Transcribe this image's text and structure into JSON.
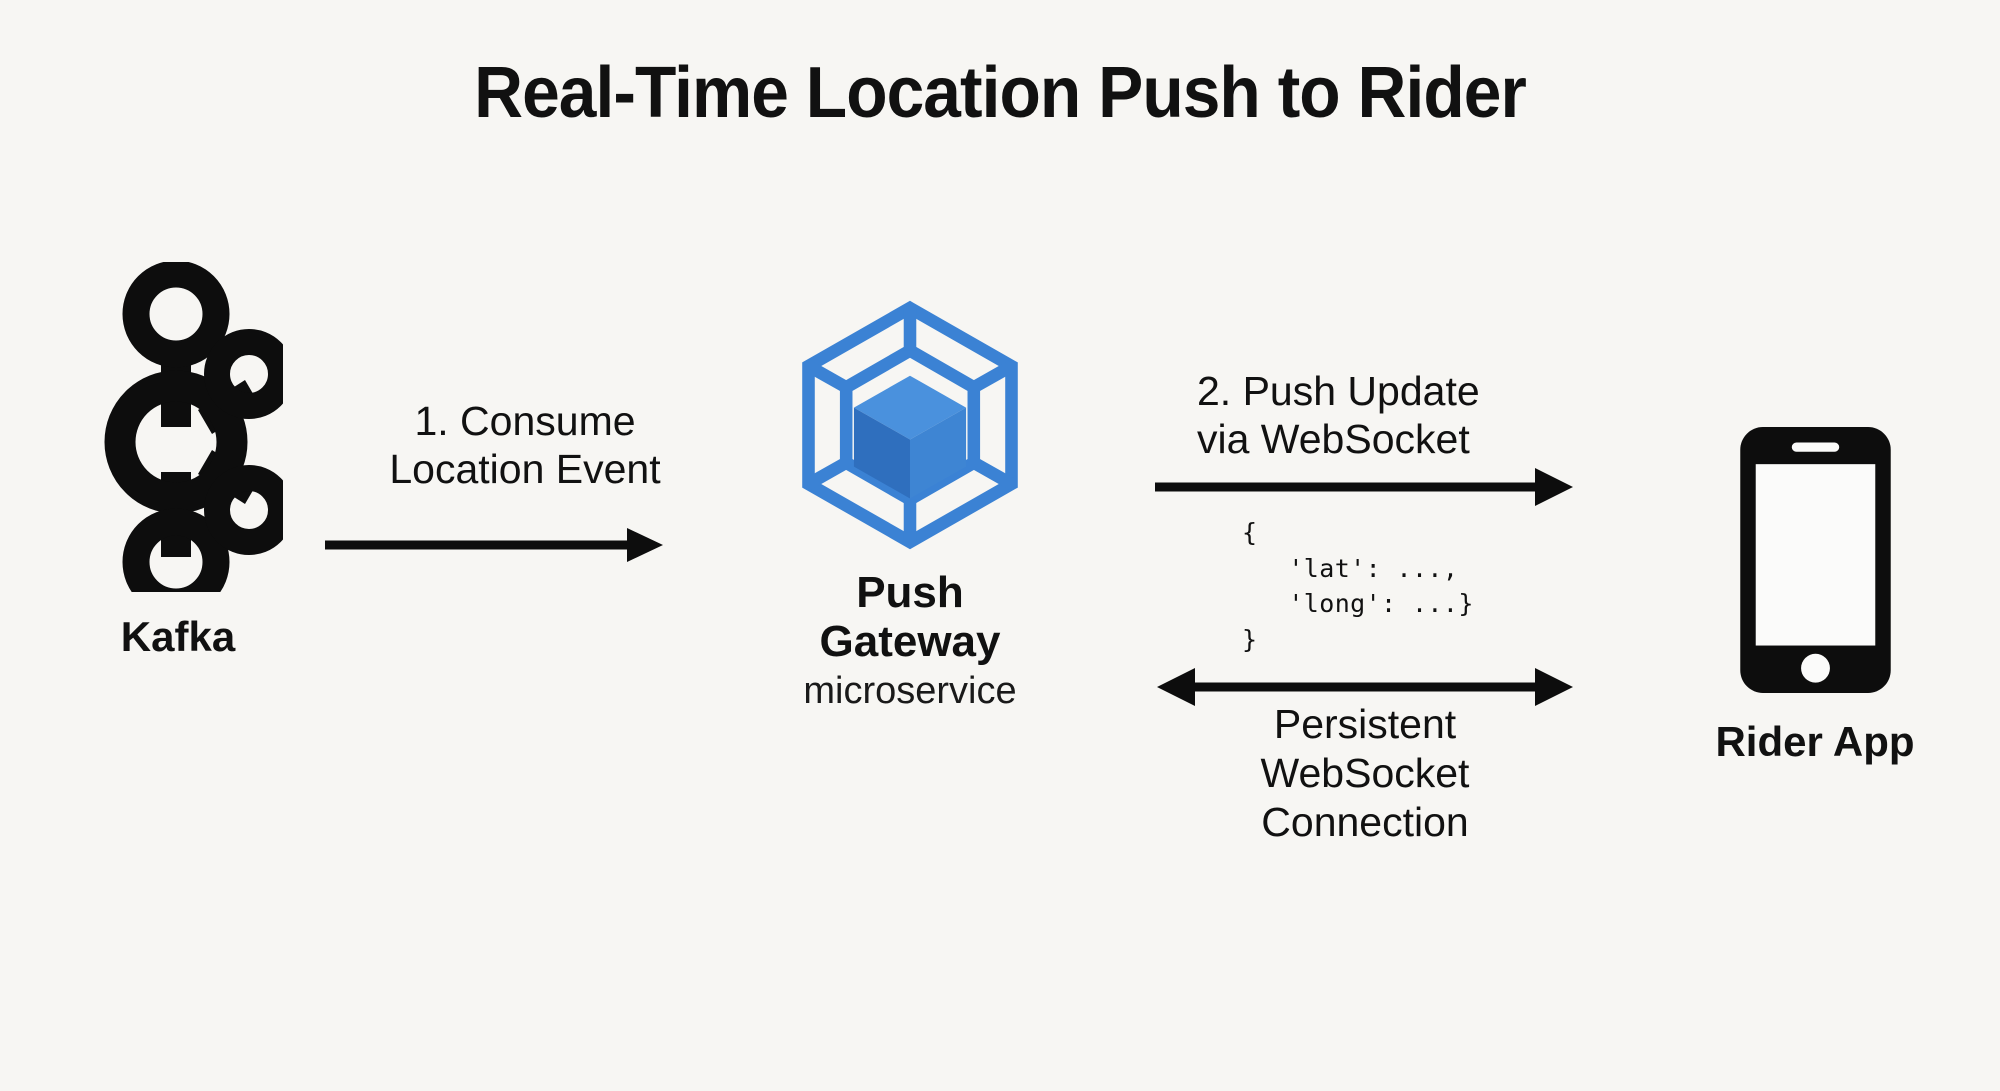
{
  "diagram": {
    "title": "Real-Time Location Push to Rider",
    "background_color": "#f7f6f3",
    "accent_color": "#3b82d4",
    "ink_color": "#111111"
  },
  "nodes": {
    "kafka": {
      "label": "Kafka",
      "icon": "kafka-logo-icon"
    },
    "gateway": {
      "label": "Push\nGateway",
      "sublabel": "microservice",
      "icon": "cube-container-icon"
    },
    "rider": {
      "label": "Rider App",
      "icon": "mobile-phone-icon"
    }
  },
  "edges": {
    "consume": {
      "label": "1. Consume\nLocation Event",
      "direction": "right",
      "from": "kafka",
      "to": "gateway"
    },
    "push": {
      "label": "2. Push Update\nvia WebSocket",
      "direction": "right",
      "from": "gateway",
      "to": "rider"
    },
    "persistent": {
      "label": "Persistent\nWebSocket\nConnection",
      "direction": "bidirectional",
      "from": "gateway",
      "to": "rider"
    }
  },
  "payload": {
    "code": "{\n   'lat': ...,\n   'long': ...}\n}"
  }
}
